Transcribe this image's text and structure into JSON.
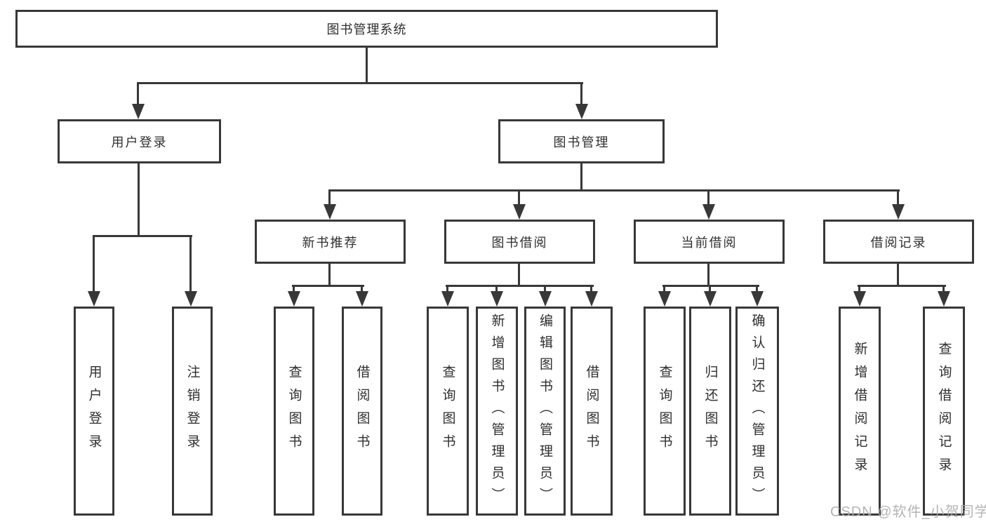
{
  "diagram": {
    "root": "图书管理系统",
    "user_branch": {
      "label": "用户登录",
      "children": [
        "用户登录",
        "注销登录"
      ]
    },
    "management_branch": {
      "label": "图书管理",
      "sections": [
        {
          "label": "新书推荐",
          "children": [
            "查询图书",
            "借阅图书"
          ]
        },
        {
          "label": "图书借阅",
          "children": [
            "查询图书",
            "新增图书（管理员）",
            "编辑图书（管理员）",
            "借阅图书"
          ]
        },
        {
          "label": "当前借阅",
          "children": [
            "查询图书",
            "归还图书",
            "确认归还（管理员）"
          ]
        },
        {
          "label": "借阅记录",
          "children": [
            "新增借阅记录",
            "查询借阅记录"
          ]
        }
      ]
    }
  },
  "watermark": "CSDN @软件_小贺同学",
  "colors": {
    "line": "#383838",
    "text": "#2f2f2f",
    "watermark": "#adadad",
    "background": "#ffffff"
  }
}
